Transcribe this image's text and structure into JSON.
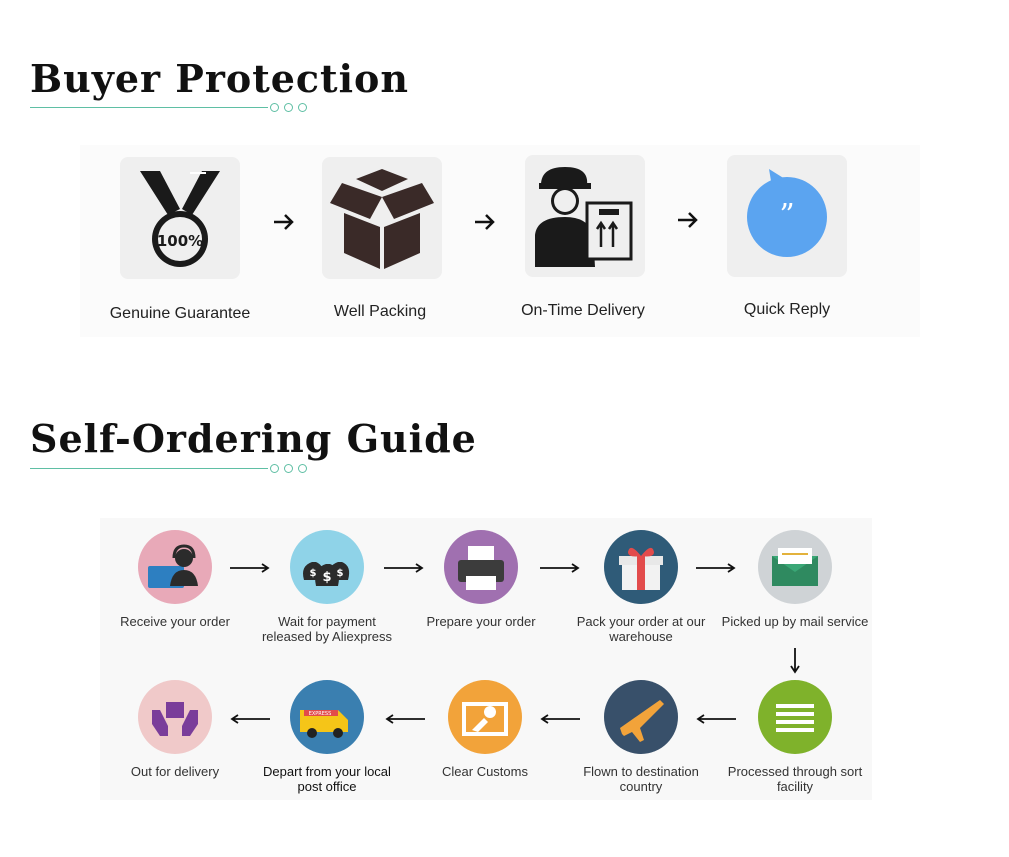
{
  "buyer_protection": {
    "title": "Buyer Protection",
    "items": [
      {
        "label": "Genuine Guarantee",
        "icon": "medal-icon",
        "badge": "100%"
      },
      {
        "label": "Well Packing",
        "icon": "box-icon"
      },
      {
        "label": "On-Time Delivery",
        "icon": "delivery-person-icon"
      },
      {
        "label": "Quick Reply",
        "icon": "chat-bubble-icon"
      }
    ]
  },
  "self_ordering_guide": {
    "title": "Self-Ordering Guide",
    "steps": [
      {
        "label": "Receive your order",
        "icon": "headset-agent-icon",
        "color": "#e8a9b8"
      },
      {
        "label": "Wait for payment released by Aliexpress",
        "icon": "money-bags-icon",
        "color": "#8fd3e8"
      },
      {
        "label": "Prepare your order",
        "icon": "printer-icon",
        "color": "#a070b0"
      },
      {
        "label": "Pack your order at our warehouse",
        "icon": "gift-icon",
        "color": "#2f5b78"
      },
      {
        "label": "Picked up by mail service",
        "icon": "envelope-icon",
        "color": "#cfd3d6"
      },
      {
        "label": "Processed through sort facility",
        "icon": "sort-lines-icon",
        "color": "#7fb22b"
      },
      {
        "label": "Flown to destination country",
        "icon": "airplane-icon",
        "color": "#38506a"
      },
      {
        "label": "Clear Customs",
        "icon": "customs-officer-icon",
        "color": "#f2a33a"
      },
      {
        "label": "Depart from your local post office",
        "icon": "van-icon",
        "color": "#3a7fb0",
        "van_text": "EXPRESS"
      },
      {
        "label": "Out for delivery",
        "icon": "hands-box-icon",
        "color": "#f0c9c9"
      }
    ]
  }
}
